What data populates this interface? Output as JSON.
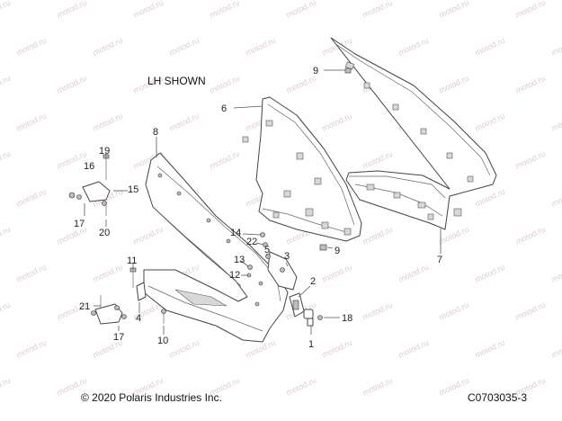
{
  "header": {
    "view_note": "LH SHOWN"
  },
  "footer": {
    "copyright": "© 2020 Polaris Industries Inc.",
    "drawing_number": "C0703035-3"
  },
  "watermark": {
    "text": "motod.ru",
    "color": "#e2cccc"
  },
  "callouts": [
    {
      "id": "c1",
      "label": "1"
    },
    {
      "id": "c2",
      "label": "2"
    },
    {
      "id": "c3",
      "label": "3"
    },
    {
      "id": "c4",
      "label": "4"
    },
    {
      "id": "c5",
      "label": "5"
    },
    {
      "id": "c6",
      "label": "6"
    },
    {
      "id": "c7",
      "label": "7"
    },
    {
      "id": "c8",
      "label": "8"
    },
    {
      "id": "c9a",
      "label": "9"
    },
    {
      "id": "c9b",
      "label": "9"
    },
    {
      "id": "c10",
      "label": "10"
    },
    {
      "id": "c11",
      "label": "11"
    },
    {
      "id": "c12",
      "label": "12"
    },
    {
      "id": "c13",
      "label": "13"
    },
    {
      "id": "c14",
      "label": "14"
    },
    {
      "id": "c15",
      "label": "15"
    },
    {
      "id": "c16",
      "label": "16"
    },
    {
      "id": "c17a",
      "label": "17"
    },
    {
      "id": "c17b",
      "label": "17"
    },
    {
      "id": "c18",
      "label": "18"
    },
    {
      "id": "c19",
      "label": "19"
    },
    {
      "id": "c20",
      "label": "20"
    },
    {
      "id": "c21",
      "label": "21"
    },
    {
      "id": "c22",
      "label": "22"
    }
  ]
}
